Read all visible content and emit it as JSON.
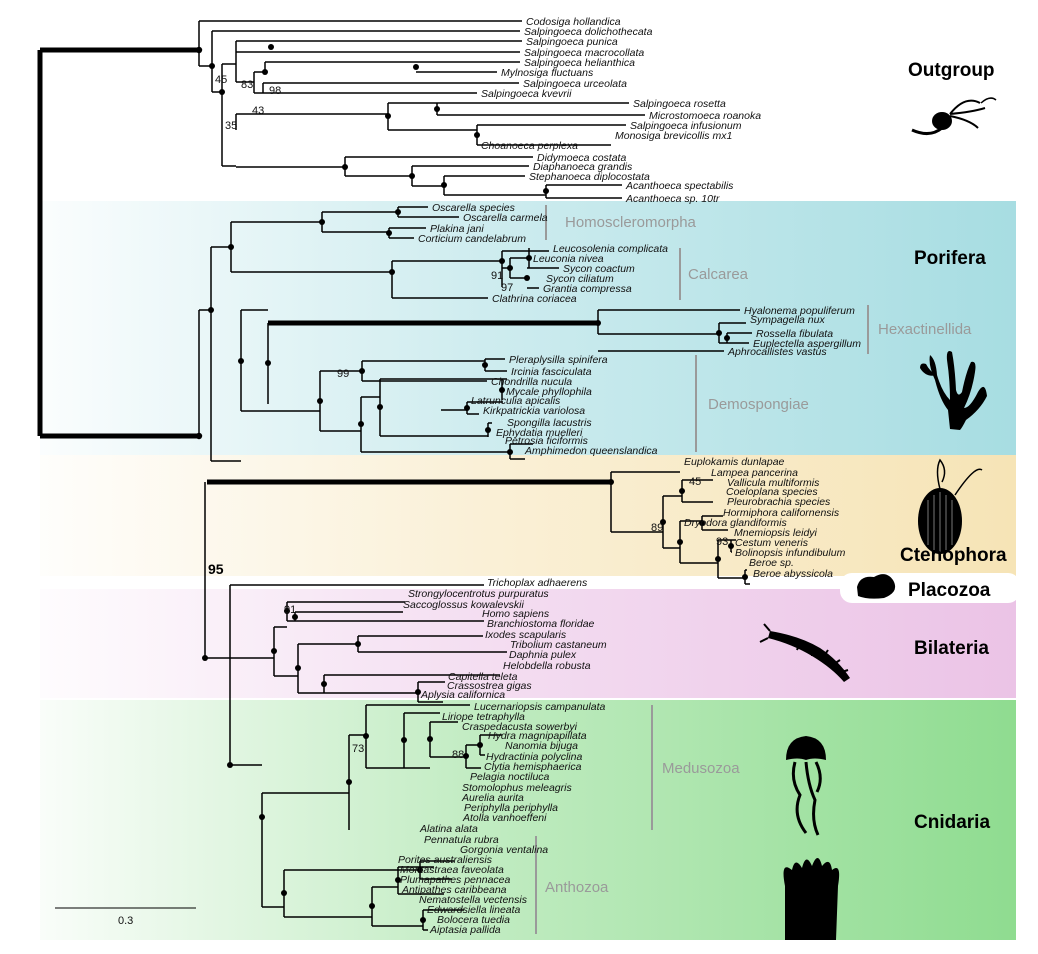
{
  "groups": {
    "outgroup": "Outgroup",
    "porifera": "Porifera",
    "ctenophora": "Ctenophora",
    "placozoa": "Placozoa",
    "bilateria": "Bilateria",
    "cnidaria": "Cnidaria"
  },
  "subgroups": {
    "homoscleromorpha": "Homoscleromorpha",
    "calcarea": "Calcarea",
    "hexactinellida": "Hexactinellida",
    "demospongiae": "Demospongiae",
    "medusozoa": "Medusozoa",
    "anthozoa": "Anthozoa"
  },
  "support": {
    "s45a": "45",
    "s83": "83",
    "s98": "98",
    "s43": "43",
    "s35": "35",
    "s91a": "91",
    "s97": "97",
    "s99": "99",
    "s45b": "45",
    "s89": "89",
    "s93": "93",
    "s95": "95",
    "s91b": "91",
    "s73": "73",
    "s88": "88"
  },
  "scale_bar": "0.3",
  "colors": {
    "porifera": "#a7dde2",
    "ctenophora": "#f6e4b6",
    "placozoa": "#ffffff",
    "bilateria": "#ebc3e6",
    "cnidaria": "#8fdc90",
    "subgroup_label": "#9a9a9a"
  },
  "taxa": {
    "t0": "Codosiga hollandica",
    "t1": "Salpingoeca dolichothecata",
    "t2": "Salpingoeca punica",
    "t3": "Salpingoeca macrocollata",
    "t4": "Salpingoeca helianthica",
    "t5": "Mylnosiga fluctuans",
    "t6": "Salpingoeca urceolata",
    "t7": "Salpingoeca kvevrii",
    "t8": "Salpingoeca rosetta",
    "t9": "Microstomoeca roanoka",
    "t10": "Salpingoeca infusionum",
    "t11": "Monosiga brevicollis mx1",
    "t12": "Choanoeca perplexa",
    "t13": "Didymoeca costata",
    "t14": "Diaphanoeca grandis",
    "t15": "Stephanoeca diplocostata",
    "t16": "Acanthoeca spectabilis",
    "t17": "Acanthoeca sp. 10tr",
    "t18": "Oscarella species",
    "t19": "Oscarella carmela",
    "t20": "Plakina jani",
    "t21": "Corticium candelabrum",
    "t22": "Leucosolenia complicata",
    "t23": "Leuconia nivea",
    "t24": "Sycon coactum",
    "t25": "Sycon ciliatum",
    "t26": "Grantia compressa",
    "t27": "Clathrina coriacea",
    "t28": "Hyalonema populiferum",
    "t29": "Sympagella nux",
    "t30": "Rossella fibulata",
    "t31": "Euplectella aspergillum",
    "t32": "Aphrocallistes vastus",
    "t33": "Pleraplysilla spinifera",
    "t34": "Ircinia fasciculata",
    "t35": "Chondrilla nucula",
    "t36": "Mycale phyllophila",
    "t37": "Latrunculia apicalis",
    "t38": "Kirkpatrickia variolosa",
    "t39": "Spongilla lacustris",
    "t40": "Ephydatia muelleri",
    "t41": "Petrosia ficiformis",
    "t42": "Amphimedon queenslandica",
    "t43": "Euplokamis dunlapae",
    "t44": "Lampea pancerina",
    "t45": "Vallicula multiformis",
    "t46": "Coeloplana species",
    "t47": "Pleurobrachia species",
    "t48": "Hormiphora californensis",
    "t49": "Dryodora glandiformis",
    "t50": "Mnemiopsis leidyi",
    "t51": "Cestum veneris",
    "t52": "Bolinopsis infundibulum",
    "t53": "Beroe sp.",
    "t54": "Beroe abyssicola",
    "t55": "Trichoplax adhaerens",
    "t56": "Strongylocentrotus purpuratus",
    "t57": "Saccoglossus kowalevskii",
    "t58": "Homo sapiens",
    "t59": "Branchiostoma floridae",
    "t60": "Ixodes scapularis",
    "t61": "Tribolium castaneum",
    "t62": "Daphnia pulex",
    "t63": "Helobdella robusta",
    "t64": "Capitella teleta",
    "t65": "Crassostrea gigas",
    "t66": "Aplysia californica",
    "t67": "Lucernariopsis campanulata",
    "t68": "Liriope tetraphylla",
    "t69": "Craspedacusta sowerbyi",
    "t70": "Hydra magnipapillata",
    "t71": "Nanomia bijuga",
    "t72": "Hydractinia polyclina",
    "t73": "Clytia hemisphaerica",
    "t74": "Pelagia noctiluca",
    "t75": "Stomolophus meleagris",
    "t76": "Aurelia aurita",
    "t77": "Periphylla periphylla",
    "t78": "Atolla vanhoeffeni",
    "t79": "Alatina alata",
    "t80": "Pennatula rubra",
    "t81": "Gorgonia ventalina",
    "t82": "Porites australiensis",
    "t83": "Montastraea faveolata",
    "t84": "Plumapathes pennacea",
    "t85": "Antipathes caribbeana",
    "t86": "Nematostella vectensis",
    "t87": "Edwardsiella lineata",
    "t88": "Bolocera tuedia",
    "t89": "Aiptasia pallida"
  }
}
